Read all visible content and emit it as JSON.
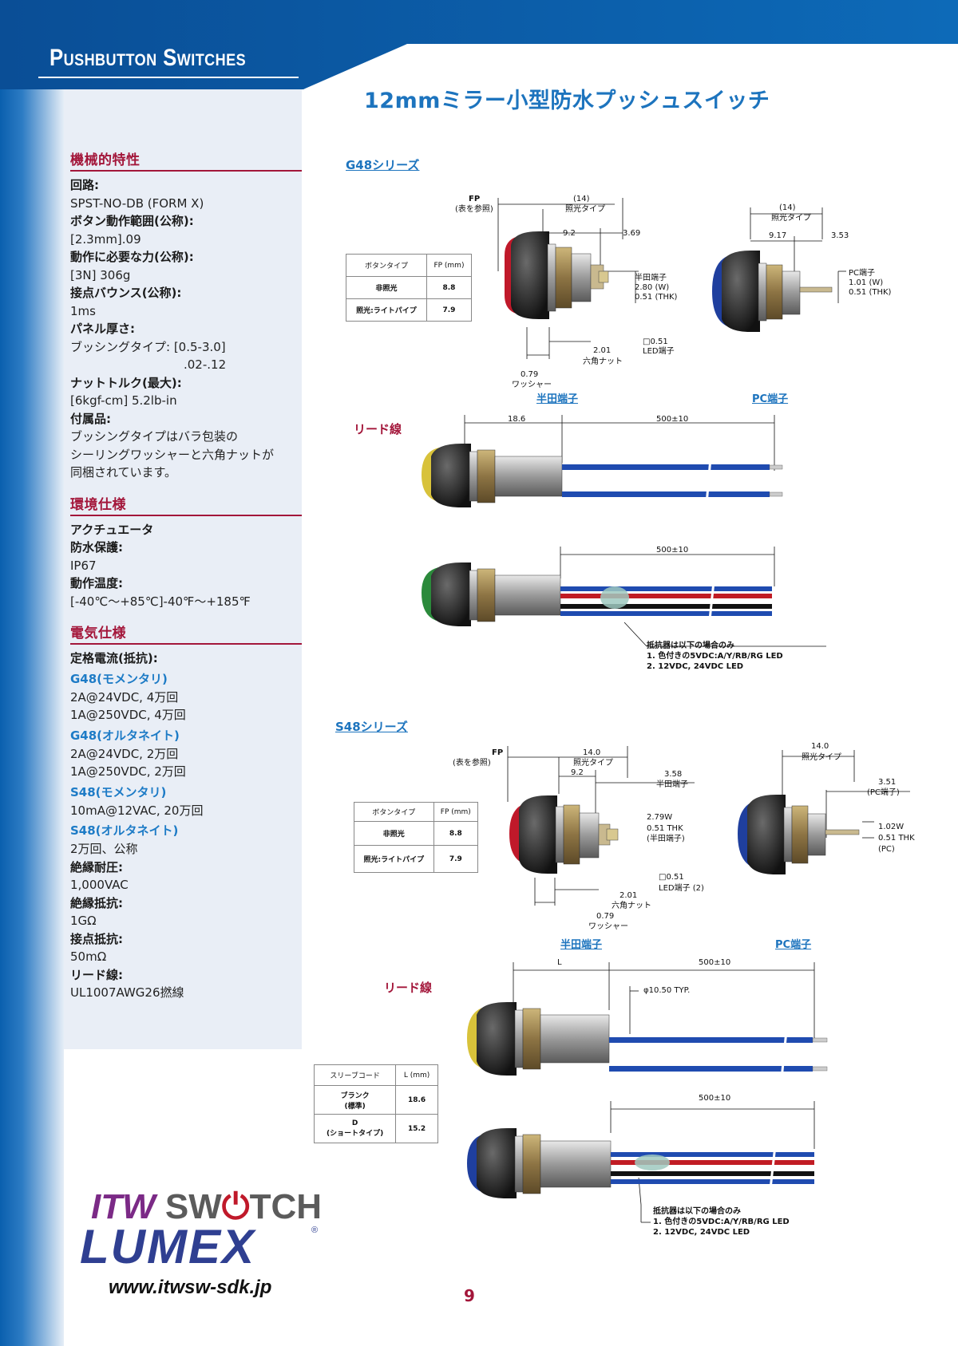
{
  "header": {
    "section": "Pushbutton Switches"
  },
  "title": "12mmミラー小型防水プッシュスイッチ",
  "specs": {
    "mech": {
      "title": "機械的特性",
      "items": [
        {
          "label": "回路:",
          "values": [
            "SPST-NO-DB (FORM X)"
          ]
        },
        {
          "label": "ボタン動作範囲(公称):",
          "values": [
            "[2.3mm].09"
          ]
        },
        {
          "label": "動作に必要な力(公称):",
          "values": [
            "[3N] 306g"
          ]
        },
        {
          "label": "接点バウンス(公称):",
          "values": [
            "1ms"
          ]
        },
        {
          "label": "パネル厚さ:",
          "values": [
            "ブッシングタイプ: [0.5-3.0]",
            ".02-.12"
          ]
        },
        {
          "label": "ナットトルク(最大):",
          "values": [
            "[6kgf-cm] 5.2lb-in"
          ]
        },
        {
          "label": "付属品:",
          "values": [
            "ブッシングタイプはバラ包装の",
            "シーリングワッシャーと六角ナットが",
            "同梱されています。"
          ]
        }
      ]
    },
    "env": {
      "title": "環境仕様",
      "items": [
        {
          "label": "アクチュエータ",
          "values": []
        },
        {
          "label": "防水保護:",
          "values": [
            "IP67"
          ]
        },
        {
          "label": "動作温度:",
          "values": [
            "[-40℃〜+85℃]-40℉〜+185℉"
          ]
        }
      ]
    },
    "elec": {
      "title": "電気仕様",
      "rating_label": "定格電流(抵抗):",
      "groups": [
        {
          "name": "G48(モメンタリ)",
          "values": [
            "2A@24VDC, 4万回",
            "1A@250VDC, 4万回"
          ]
        },
        {
          "name": "G48(オルタネイト)",
          "values": [
            "2A@24VDC, 2万回",
            "1A@250VDC, 2万回"
          ]
        },
        {
          "name": "S48(モメンタリ)",
          "values": [
            "10mA@12VAC, 20万回"
          ]
        },
        {
          "name": "S48(オルタネイト)",
          "values": [
            "2万回、公称"
          ]
        }
      ],
      "items": [
        {
          "label": "絶縁耐圧:",
          "values": [
            "1,000VAC"
          ]
        },
        {
          "label": "絶縁抵抗:",
          "values": [
            "1GΩ"
          ]
        },
        {
          "label": "接点抵抗:",
          "values": [
            "50mΩ"
          ]
        },
        {
          "label": "リード線:",
          "values": [
            "UL1007AWG26撚線"
          ]
        }
      ]
    }
  },
  "g48": {
    "label": "G48シリーズ",
    "fp_table": {
      "h1": "ボタンタイプ",
      "h2": "FP (mm)",
      "rows": [
        [
          "非照光",
          "8.8"
        ],
        [
          "照光:ライトパイプ",
          "7.9"
        ]
      ]
    },
    "dims": {
      "fp": "FP",
      "fp_note": "(表を参照)",
      "d14": "(14)",
      "lit": "照光タイプ",
      "d92": "9.2",
      "d369": "3.69",
      "solder": "半田端子",
      "w280": "2.80 (W)",
      "t051": "0.51 (THK)",
      "led051": "□0.51",
      "led": "LED端子",
      "d201": "2.01",
      "nut": "六角ナット",
      "d079": "0.79",
      "washer": "ワッシャー",
      "pc14": "(14)",
      "pc_lit": "照光タイプ",
      "d917": "9.17",
      "d353": "3.53",
      "pc": "PC端子",
      "w101": "1.01 (W)",
      "pct051": "0.51 (THK)"
    },
    "solder_label": "半田端子",
    "pc_label": "PC端子",
    "lead_label": "リード線",
    "lead1": {
      "l": "18.6",
      "len": "500±10"
    },
    "lead2": {
      "len": "500±10"
    },
    "note": [
      "抵抗器は以下の場合のみ",
      "1. 色付きの5VDC:A/Y/RB/RG LED",
      "2. 12VDC, 24VDC LED"
    ]
  },
  "s48": {
    "label": "S48シリーズ",
    "fp_table": {
      "h1": "ボタンタイプ",
      "h2": "FP (mm)",
      "rows": [
        [
          "非照光",
          "8.8"
        ],
        [
          "照光:ライトパイプ",
          "7.9"
        ]
      ]
    },
    "dims": {
      "fp": "FP",
      "fp_note": "(表を参照)",
      "d140": "14.0",
      "lit": "照光タイプ",
      "d92": "9.2",
      "d358": "3.58",
      "solder": "半田端子",
      "w279": "2.79W",
      "t051": "0.51 THK",
      "solder_p": "(半田端子)",
      "led051": "□0.51",
      "led": "LED端子 (2)",
      "d201": "2.01",
      "nut": "六角ナット",
      "d079": "0.79",
      "washer": "ワッシャー",
      "pc140": "14.0",
      "pc_lit": "照光タイプ",
      "d351": "3.51",
      "pc_p": "(PC端子)",
      "w102": "1.02W",
      "pct051": "0.51 THK",
      "pc_pp": "(PC)"
    },
    "solder_label": "半田端子",
    "pc_label": "PC端子",
    "lead_label": "リード線",
    "sleeve_table": {
      "h1": "スリーブコード",
      "h2": "L (mm)",
      "rows": [
        [
          "ブランク",
          "(標準)",
          "18.6"
        ],
        [
          "D",
          "(ショートタイプ)",
          "15.2"
        ]
      ]
    },
    "lead1": {
      "l": "L",
      "len": "500±10",
      "dia": "φ10.50 TYP."
    },
    "lead2": {
      "len": "500±10"
    },
    "note": [
      "抵抗器は以下の場合のみ",
      "1. 色付きの5VDC:A/Y/RB/RG LED",
      "2. 12VDC, 24VDC LED"
    ]
  },
  "brand": {
    "itw": "ITW",
    "switch": "SW",
    "switch_end": "TCH",
    "lumex": "LUMEX",
    "reg": "®",
    "url": "www.itwsw-sdk.jp"
  },
  "page_number": "9",
  "colors": {
    "accent_blue": "#1d74be",
    "accent_red": "#a3163a",
    "band_blue": "#0a5fae"
  }
}
